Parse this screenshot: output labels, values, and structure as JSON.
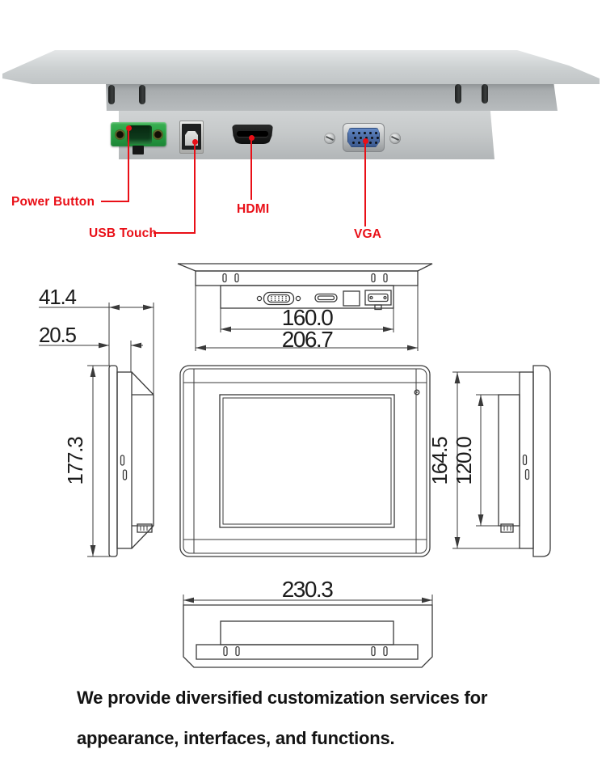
{
  "photo": {
    "labels": {
      "power": "Power Button",
      "usb": "USB Touch",
      "hdmi": "HDMI",
      "vga": "VGA"
    }
  },
  "drawings": {
    "dim_ports_width": "160.0",
    "dim_housing_width": "206.7",
    "dim_depth_total": "41.4",
    "dim_depth_front": "20.5",
    "dim_front_height": "177.3",
    "dim_mid_height": "164.5",
    "dim_housing_height": "120.0",
    "dim_overall_width": "230.3"
  },
  "caption": {
    "line1": "We provide diversified customization services for",
    "line2": "appearance, interfaces, and functions."
  },
  "colors": {
    "annotation_red": "#e90f17",
    "connector_green": "#28a044",
    "vga_blue": "#46669e",
    "drawing_line": "#3a3a3a"
  }
}
